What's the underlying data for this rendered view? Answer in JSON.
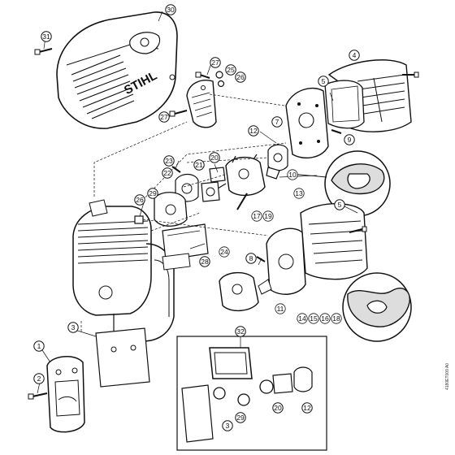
{
  "brand": "STIHL",
  "drawing_code": "4180ET009 A0",
  "callouts": [
    {
      "id": "c30",
      "label": "30",
      "interactive": true
    },
    {
      "id": "c31",
      "label": "31",
      "interactive": true
    },
    {
      "id": "c27a",
      "label": "27",
      "interactive": true
    },
    {
      "id": "c25",
      "label": "25",
      "interactive": true
    },
    {
      "id": "c26a",
      "label": "26",
      "interactive": true
    },
    {
      "id": "c27b",
      "label": "27",
      "interactive": true
    },
    {
      "id": "c4",
      "label": "4",
      "interactive": true
    },
    {
      "id": "c5a",
      "label": "5",
      "interactive": true
    },
    {
      "id": "c7",
      "label": "7",
      "interactive": true
    },
    {
      "id": "c12a",
      "label": "12",
      "interactive": true
    },
    {
      "id": "c9",
      "label": "9",
      "interactive": true
    },
    {
      "id": "c23",
      "label": "23",
      "interactive": true
    },
    {
      "id": "c20a",
      "label": "20",
      "interactive": true
    },
    {
      "id": "c22",
      "label": "22",
      "interactive": true
    },
    {
      "id": "c21",
      "label": "21",
      "interactive": true
    },
    {
      "id": "c10",
      "label": "10",
      "interactive": true
    },
    {
      "id": "c13",
      "label": "13",
      "interactive": true
    },
    {
      "id": "c29a",
      "label": "29",
      "interactive": true
    },
    {
      "id": "c26b",
      "label": "26",
      "interactive": true
    },
    {
      "id": "c17",
      "label": "17",
      "interactive": true
    },
    {
      "id": "c19",
      "label": "19",
      "interactive": true
    },
    {
      "id": "c5b",
      "label": "5",
      "interactive": true
    },
    {
      "id": "c24",
      "label": "24",
      "interactive": true
    },
    {
      "id": "c28",
      "label": "28",
      "interactive": true
    },
    {
      "id": "c8",
      "label": "8",
      "interactive": true
    },
    {
      "id": "c11",
      "label": "11",
      "interactive": true
    },
    {
      "id": "c14",
      "label": "14",
      "interactive": true
    },
    {
      "id": "c15",
      "label": "15",
      "interactive": true
    },
    {
      "id": "c16",
      "label": "16",
      "interactive": true
    },
    {
      "id": "c18",
      "label": "18",
      "interactive": true
    },
    {
      "id": "c3a",
      "label": "3",
      "interactive": true
    },
    {
      "id": "c1",
      "label": "1",
      "interactive": true
    },
    {
      "id": "c2",
      "label": "2",
      "interactive": true
    },
    {
      "id": "c32",
      "label": "32",
      "interactive": true
    },
    {
      "id": "c3b",
      "label": "3",
      "interactive": true
    },
    {
      "id": "c29b",
      "label": "29",
      "interactive": true
    },
    {
      "id": "c20b",
      "label": "20",
      "interactive": true
    },
    {
      "id": "c12b",
      "label": "12",
      "interactive": true
    }
  ]
}
